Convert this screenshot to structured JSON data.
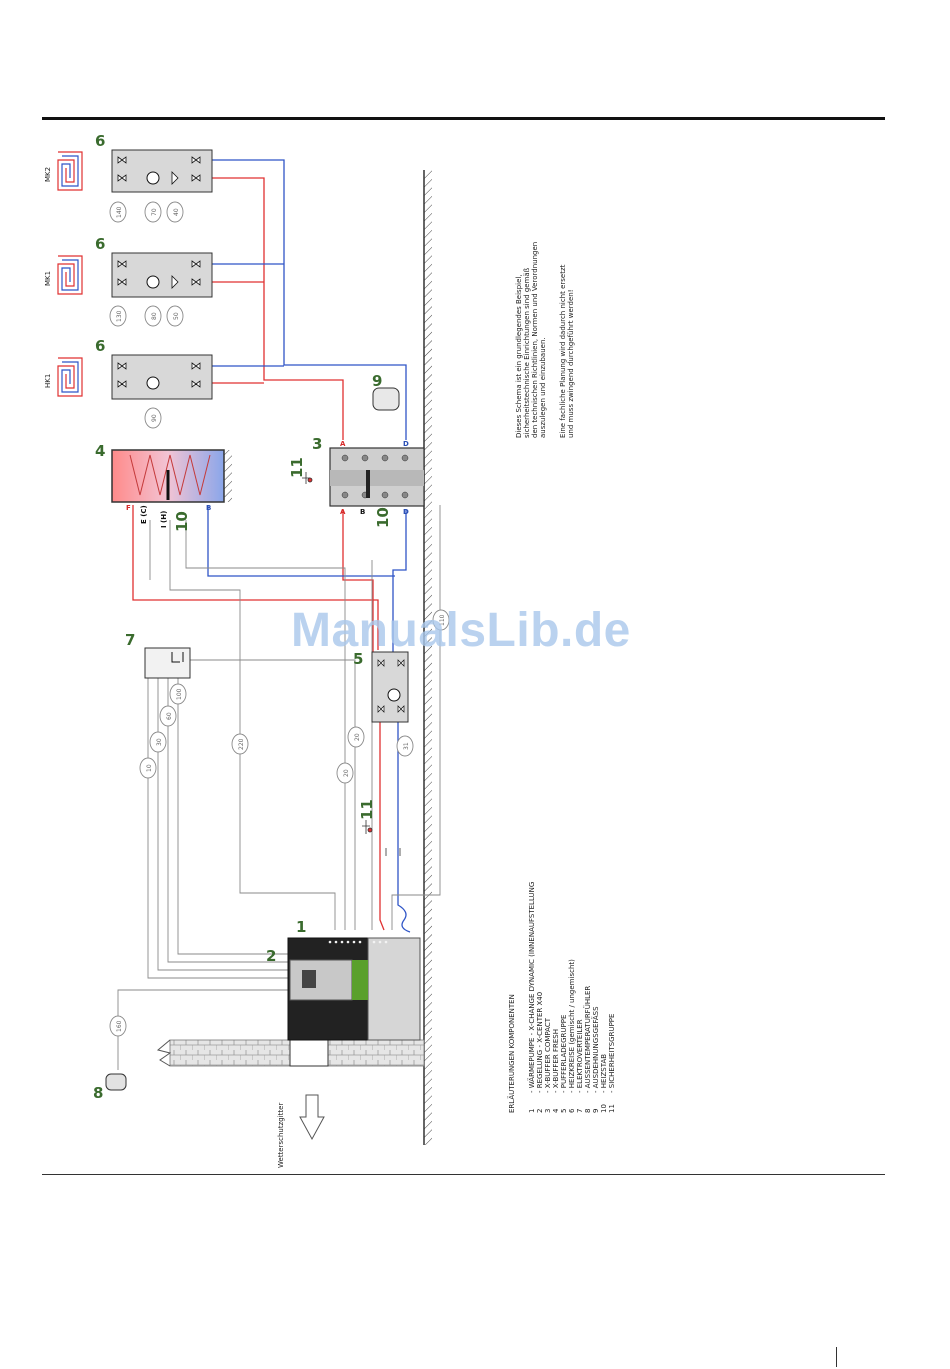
{
  "watermark": "ManualsLib.de",
  "circuits": {
    "mk2": "MK2",
    "mk1": "MK1",
    "hk1": "HK1"
  },
  "callouts": {
    "c1": "1",
    "c2": "2",
    "c3": "3",
    "c4": "4",
    "c5": "5",
    "c6a": "6",
    "c6b": "6",
    "c6c": "6",
    "c7": "7",
    "c8": "8",
    "c9": "9",
    "c10a": "10",
    "c10b": "10",
    "c11a": "11",
    "c11b": "11"
  },
  "ports": {
    "a_top": "A",
    "d_top": "D",
    "a_bottom": "A",
    "b_bottom": "B",
    "d_bottom": "D",
    "f": "F",
    "e": "E (C)",
    "i": "I (H)",
    "b_tank": "B"
  },
  "cables": {
    "k140": "140",
    "k70": "70",
    "k40": "40",
    "k130": "130",
    "k80": "80",
    "k50": "50",
    "k90": "90",
    "k10": "10",
    "k30": "30",
    "k60": "60",
    "k100": "100",
    "k220": "220",
    "k20a": "20",
    "k20b": "20",
    "k110": "110",
    "k160": "160",
    "k31": "31"
  },
  "wall_label": "Wetterschutzgitter",
  "notice": {
    "line1": "Dieses Schema ist ein grundlegendes Beispiel,",
    "line2": "sicherheitstechnische Einrichtungen sind gemäß",
    "line3": "den technischen Richtlinien, Normen und Verordnungen",
    "line4": "auszulegen und einzubauen.",
    "line5": "Eine fachliche Planung wird dadurch nicht ersetzt",
    "line6": "und muss zwingend durchgeführt werden!"
  },
  "legend": {
    "title": "ERLÄUTERUNGEN KOMPONENTEN",
    "items": [
      {
        "num": "1",
        "text": "- WÄRMEPUMPE - X-CHANGE DYNAMIC (INNENAUFSTELLUNG"
      },
      {
        "num": "2",
        "text": "- REGELUNG - X-CENTER X40"
      },
      {
        "num": "3",
        "text": "- X-BUFFER COMPACT"
      },
      {
        "num": "4",
        "text": "- X-BUFFER FRESH"
      },
      {
        "num": "5",
        "text": "- PUFFERLADEGRUPPE"
      },
      {
        "num": "6",
        "text": "- HEIZKREISE (gemischt / ungemischt)"
      },
      {
        "num": "7",
        "text": "- ELEKTROVERTEILER"
      },
      {
        "num": "8",
        "text": "- AUSSENTEMPERATURFÜHLER"
      },
      {
        "num": "9",
        "text": "- AUSDEHNUNGSGEFÄSS"
      },
      {
        "num": "10",
        "text": "- HEIZSTAB"
      },
      {
        "num": "11",
        "text": "- SICHERHEITSGRUPPE"
      }
    ]
  },
  "colors": {
    "supply": "#e03131",
    "return": "#2f55c7",
    "cable": "#8a8a8a",
    "callout": "#3a6b2e",
    "unit_dark": "#222222",
    "unit_grey": "#d6d6d6",
    "unit_green": "#5aa02c"
  }
}
